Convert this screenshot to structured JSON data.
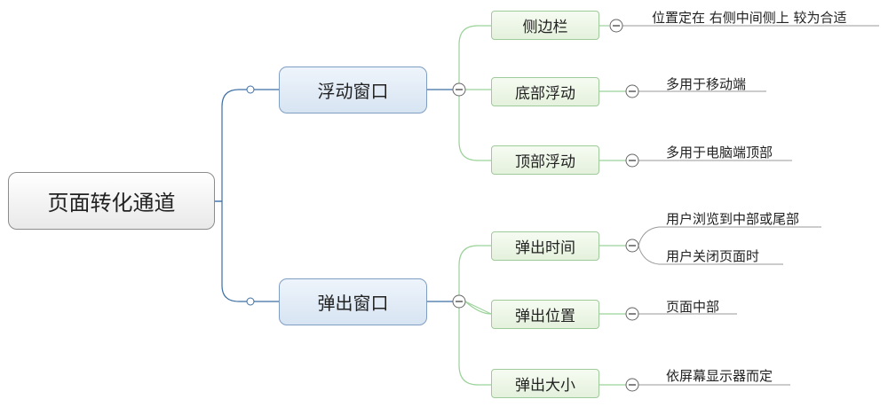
{
  "root": {
    "label": "页面转化通道"
  },
  "branches": [
    {
      "label": "浮动窗口",
      "children": [
        {
          "label": "侧边栏",
          "notes": [
            "位置定在 右侧中间侧上 较为合适"
          ]
        },
        {
          "label": "底部浮动",
          "notes": [
            "多用于移动端"
          ]
        },
        {
          "label": "顶部浮动",
          "notes": [
            "多用于电脑端顶部"
          ]
        }
      ]
    },
    {
      "label": "弹出窗口",
      "children": [
        {
          "label": "弹出时间",
          "notes": [
            "用户浏览到中部或尾部",
            "用户关闭页面时"
          ]
        },
        {
          "label": "弹出位置",
          "notes": [
            "页面中部"
          ]
        },
        {
          "label": "弹出大小",
          "notes": [
            "依屏幕显示器而定"
          ]
        }
      ]
    }
  ],
  "colors": {
    "root_connector": "#3f6fa5",
    "sub_connector": "#9bd39a",
    "leaf_underline": "#9a9a9a"
  }
}
